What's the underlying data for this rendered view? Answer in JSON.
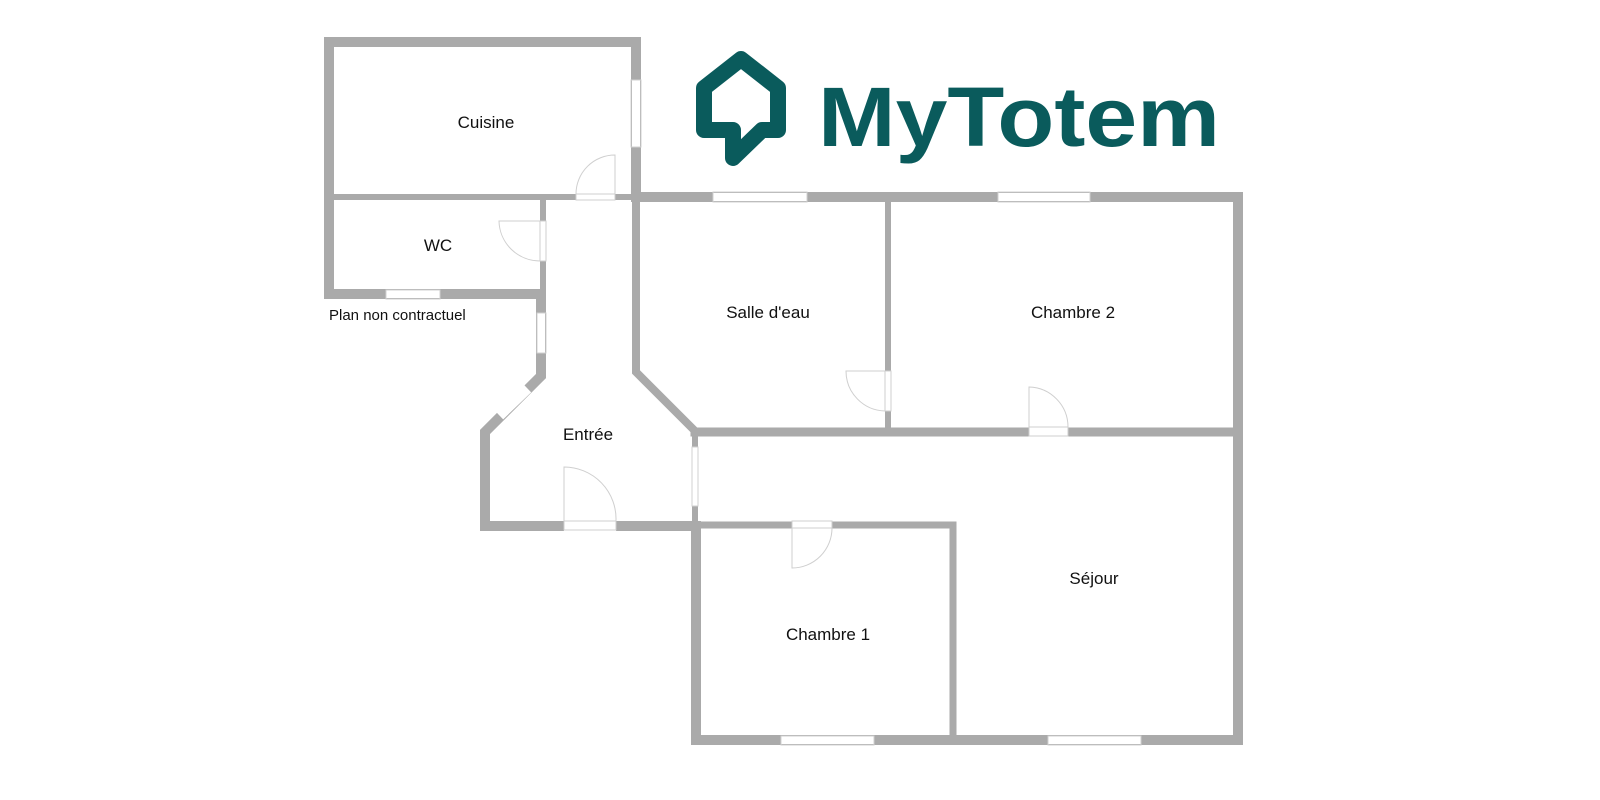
{
  "brand": {
    "name": "MyTotem",
    "color": "#0a5b5c"
  },
  "disclaimer": "Plan non contractuel",
  "rooms": {
    "cuisine": "Cuisine",
    "wc": "WC",
    "salle_deau": "Salle d'eau",
    "chambre2": "Chambre 2",
    "entree": "Entrée",
    "sejour": "Séjour",
    "chambre1": "Chambre 1"
  },
  "colors": {
    "wall": "#aaaaaa"
  }
}
